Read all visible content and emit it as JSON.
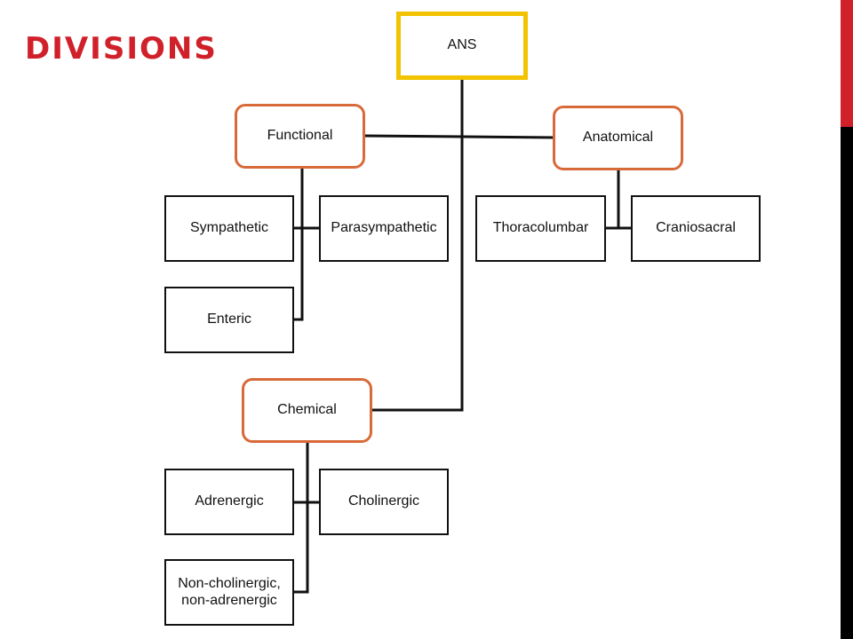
{
  "slide": {
    "title": "DIVISIONS"
  },
  "colors": {
    "title": "#d0202a",
    "accent_bar_top": "#d0202a",
    "accent_bar_bottom": "#000000",
    "root_border": "#f2c300",
    "category_border": "#d86a3a",
    "leaf_border": "#111111",
    "connector": "#111111"
  },
  "diagram": {
    "root": {
      "label": "ANS"
    },
    "functional": {
      "label": "Functional",
      "children": [
        "Sympathetic",
        "Parasympathetic",
        "Enteric"
      ]
    },
    "anatomical": {
      "label": "Anatomical",
      "children": [
        "Thoracolumbar",
        "Craniosacral"
      ]
    },
    "chemical": {
      "label": "Chemical",
      "children": [
        "Adrenergic",
        "Cholinergic",
        "Non-cholinergic,\nnon-adrenergic"
      ]
    }
  }
}
